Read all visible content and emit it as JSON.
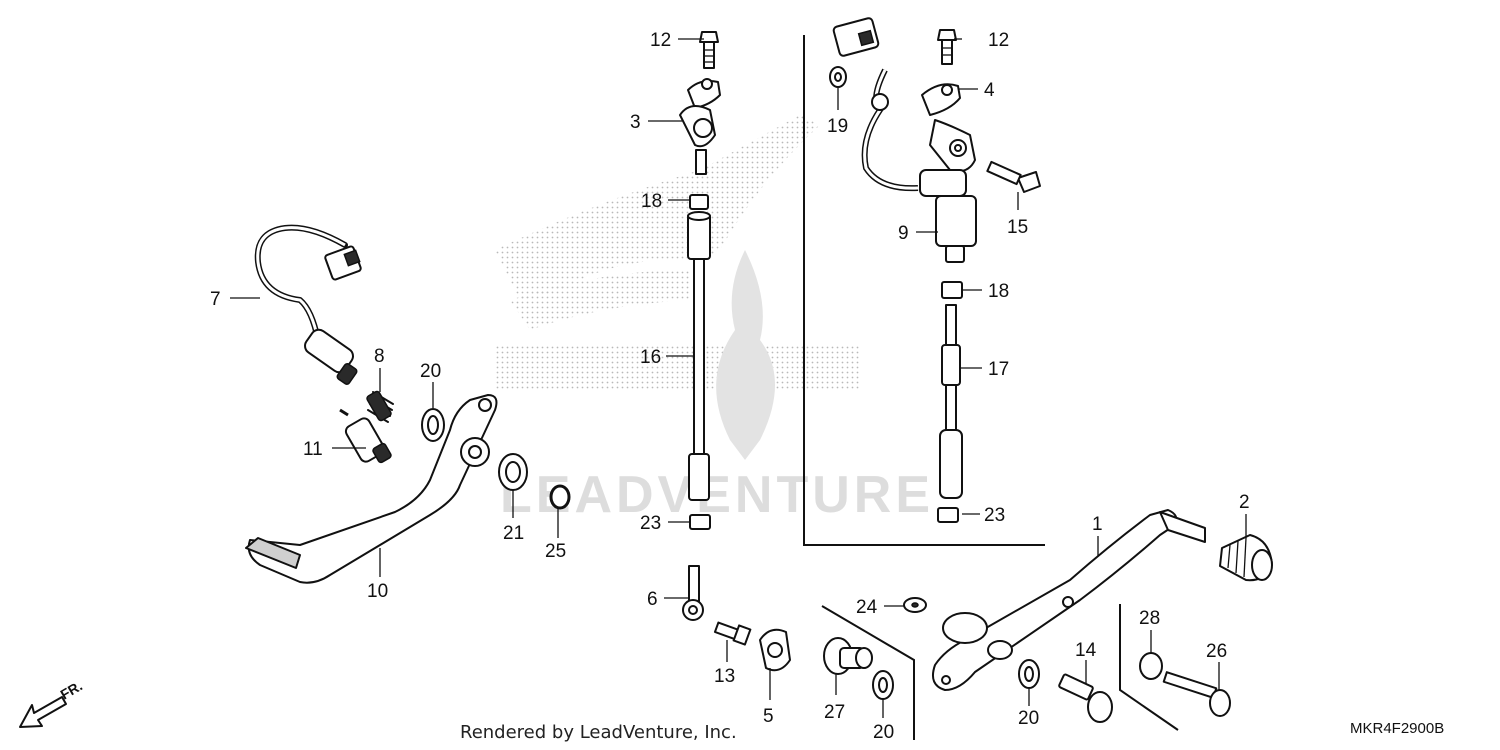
{
  "callouts": {
    "c1": "1",
    "c2": "2",
    "c3": "3",
    "c4": "4",
    "c5": "5",
    "c6": "6",
    "c7": "7",
    "c8": "8",
    "c9": "9",
    "c10": "10",
    "c11": "11",
    "c12a": "12",
    "c12b": "12",
    "c13": "13",
    "c14": "14",
    "c15": "15",
    "c16": "16",
    "c17": "17",
    "c18a": "18",
    "c18b": "18",
    "c19": "19",
    "c20a": "20",
    "c20b": "20",
    "c20c": "20",
    "c21": "21",
    "c23a": "23",
    "c23b": "23",
    "c24": "24",
    "c25": "25",
    "c26": "26",
    "c27": "27",
    "c28": "28"
  },
  "watermark": {
    "brand": "LEADVENTURE"
  },
  "footer": {
    "rendered_by": "Rendered by LeadVenture, Inc.",
    "diagram_code": "MKR4F2900B",
    "direction_label": "FR."
  },
  "colors": {
    "line": "#111111",
    "watermark": "#dddddd",
    "background": "#ffffff"
  }
}
